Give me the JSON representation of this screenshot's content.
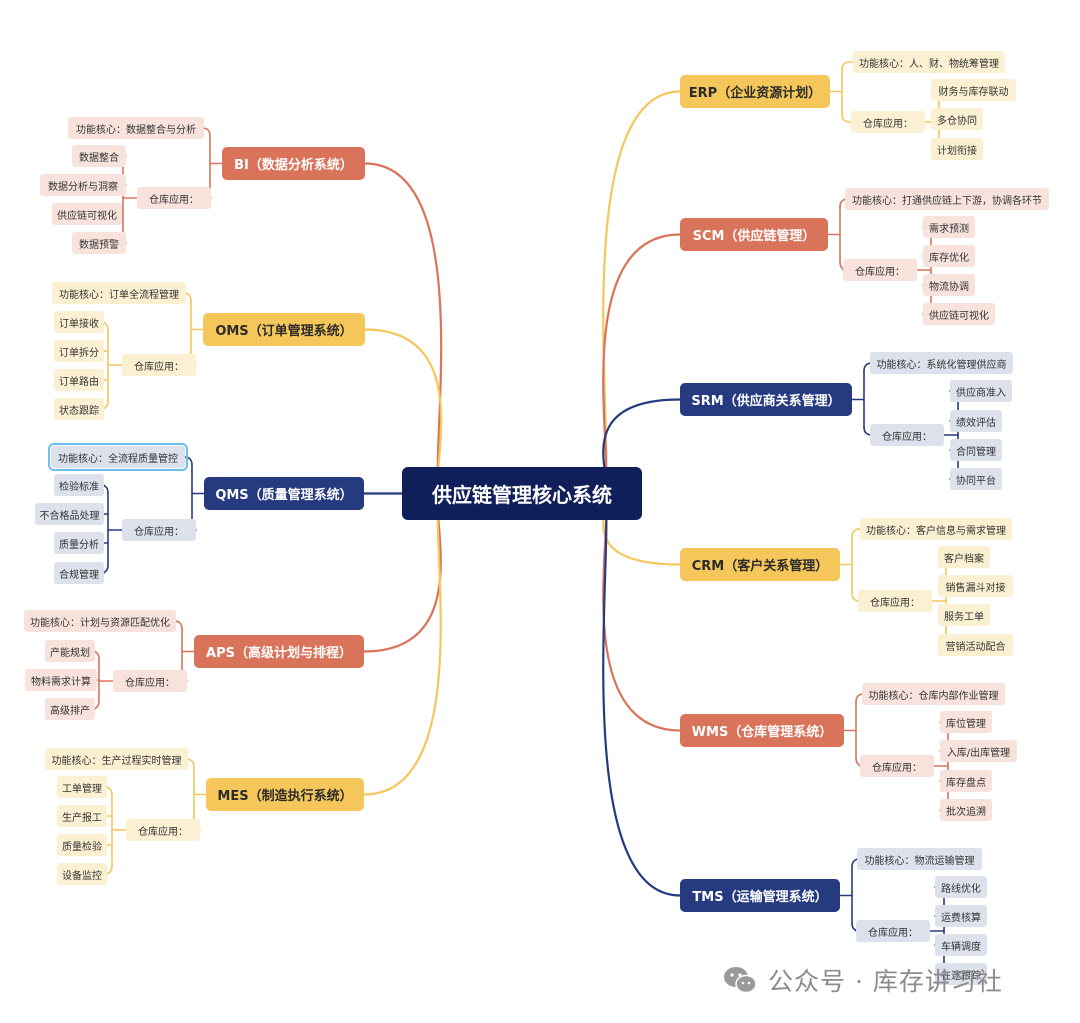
{
  "root": {
    "label": "供应链管理核心系统"
  },
  "left": [
    {
      "id": "bi",
      "color": "orange",
      "label": "BI（数据分析系统）",
      "core": "功能核心：数据整合与分析",
      "apply": "仓库应用：",
      "items": [
        "数据整合",
        "数据分析与洞察",
        "供应链可视化",
        "数据预警"
      ]
    },
    {
      "id": "oms",
      "color": "yellow",
      "label": "OMS（订单管理系统）",
      "core": "功能核心：订单全流程管理",
      "apply": "仓库应用：",
      "items": [
        "订单接收",
        "订单拆分",
        "订单路由",
        "状态跟踪"
      ]
    },
    {
      "id": "qms",
      "color": "navy",
      "label": "QMS（质量管理系统）",
      "core": "功能核心：全流程质量管控",
      "apply": "仓库应用：",
      "items": [
        "检验标准",
        "不合格品处理",
        "质量分析",
        "合规管理"
      ]
    },
    {
      "id": "aps",
      "color": "orange",
      "label": "APS（高级计划与排程）",
      "core": "功能核心：计划与资源匹配优化",
      "apply": "仓库应用：",
      "items": [
        "产能规划",
        "物料需求计算",
        "高级排产"
      ]
    },
    {
      "id": "mes",
      "color": "yellow",
      "label": "MES（制造执行系统）",
      "core": "功能核心：生产过程实时管理",
      "apply": "仓库应用：",
      "items": [
        "工单管理",
        "生产报工",
        "质量检验",
        "设备监控"
      ]
    }
  ],
  "right": [
    {
      "id": "erp",
      "color": "yellow",
      "label": "ERP（企业资源计划）",
      "core": "功能核心：人、财、物统筹管理",
      "apply": "仓库应用：",
      "items": [
        "财务与库存联动",
        "多仓协同",
        "计划衔接"
      ]
    },
    {
      "id": "scm",
      "color": "orange",
      "label": "SCM（供应链管理）",
      "core": "功能核心：打通供应链上下游，协调各环节",
      "apply": "仓库应用：",
      "items": [
        "需求预测",
        "库存优化",
        "物流协调",
        "供应链可视化"
      ]
    },
    {
      "id": "srm",
      "color": "navy",
      "label": "SRM（供应商关系管理）",
      "core": "功能核心：系统化管理供应商",
      "apply": "仓库应用：",
      "items": [
        "供应商准入",
        "绩效评估",
        "合同管理",
        "协同平台"
      ]
    },
    {
      "id": "crm",
      "color": "yellow",
      "label": "CRM（客户关系管理）",
      "core": "功能核心：客户信息与需求管理",
      "apply": "仓库应用：",
      "items": [
        "客户档案",
        "销售漏斗对接",
        "服务工单",
        "营销活动配合"
      ]
    },
    {
      "id": "wms",
      "color": "orange",
      "label": "WMS（仓库管理系统）",
      "core": "功能核心：仓库内部作业管理",
      "apply": "仓库应用：",
      "items": [
        "库位管理",
        "入库/出库管理",
        "库存盘点",
        "批次追溯"
      ]
    },
    {
      "id": "tms",
      "color": "navy",
      "label": "TMS（运输管理系统）",
      "core": "功能核心：物流运输管理",
      "apply": "仓库应用：",
      "items": [
        "路线优化",
        "运费核算",
        "车辆调度",
        "在途跟踪"
      ]
    }
  ],
  "palette": {
    "orange": "#d9735a",
    "yellow": "#f5c659",
    "navy": "#263a80",
    "root": "#101e5a",
    "selection": "#6cc0ee"
  },
  "watermark": {
    "text": "公众号 · 库存讲习社",
    "icon": "wechat-icon"
  }
}
